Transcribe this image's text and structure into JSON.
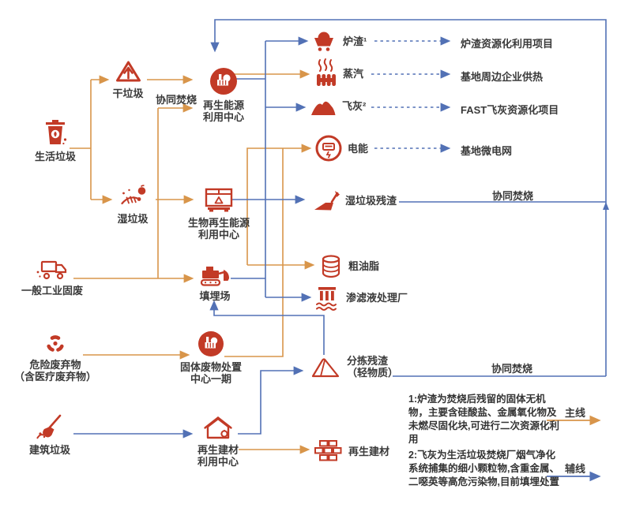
{
  "colors": {
    "main_line": "#D8954A",
    "aux_line": "#5271B5",
    "icon_red": "#C23A26",
    "text": "#3A3A3A"
  },
  "sources": [
    {
      "label": "生活垃圾"
    },
    {
      "label": "一般工业固废"
    },
    {
      "label": "危险废弃物\n（含医疗废弃物）"
    },
    {
      "label": "建筑垃圾"
    }
  ],
  "intermediates": [
    {
      "label": "干垃圾"
    },
    {
      "label": "湿垃圾"
    }
  ],
  "facilities": [
    {
      "label": "再生能源\n利用中心"
    },
    {
      "label": "生物再生能源\n利用中心"
    },
    {
      "label": "填埋场"
    },
    {
      "label": "固体废物处置\n中心一期"
    },
    {
      "label": "再生建材\n利用中心"
    }
  ],
  "outputs": [
    {
      "label": "炉渣¹"
    },
    {
      "label": "蒸汽"
    },
    {
      "label": "飞灰²"
    },
    {
      "label": "电能"
    },
    {
      "label": "湿垃圾残渣"
    },
    {
      "label": "粗油脂"
    },
    {
      "label": "渗滤液处理厂"
    },
    {
      "label": "分拣残渣\n（轻物质）"
    },
    {
      "label": "再生建材"
    }
  ],
  "destinations": [
    {
      "label": "炉渣资源化利用项目"
    },
    {
      "label": "基地周边企业供热"
    },
    {
      "label": "FAST飞灰资源化项目"
    },
    {
      "label": "基地微电网"
    }
  ],
  "flow_labels": {
    "co_dry": "协同焚烧",
    "co_wet": "协同焚烧",
    "co_sort": "协同焚烧"
  },
  "notes": {
    "note1": "1:炉渣为焚烧后残留的固体无机物，主要含硅酸盐、金属氧化物及未燃尽固化块,可进行二次资源化利用",
    "note2": "2:飞灰为生活垃圾焚烧厂烟气净化系统捕集的细小颗粒物,含重金属、二噁英等高危污染物,目前填埋处置"
  },
  "legend": {
    "main": "主线",
    "aux": "辅线"
  }
}
